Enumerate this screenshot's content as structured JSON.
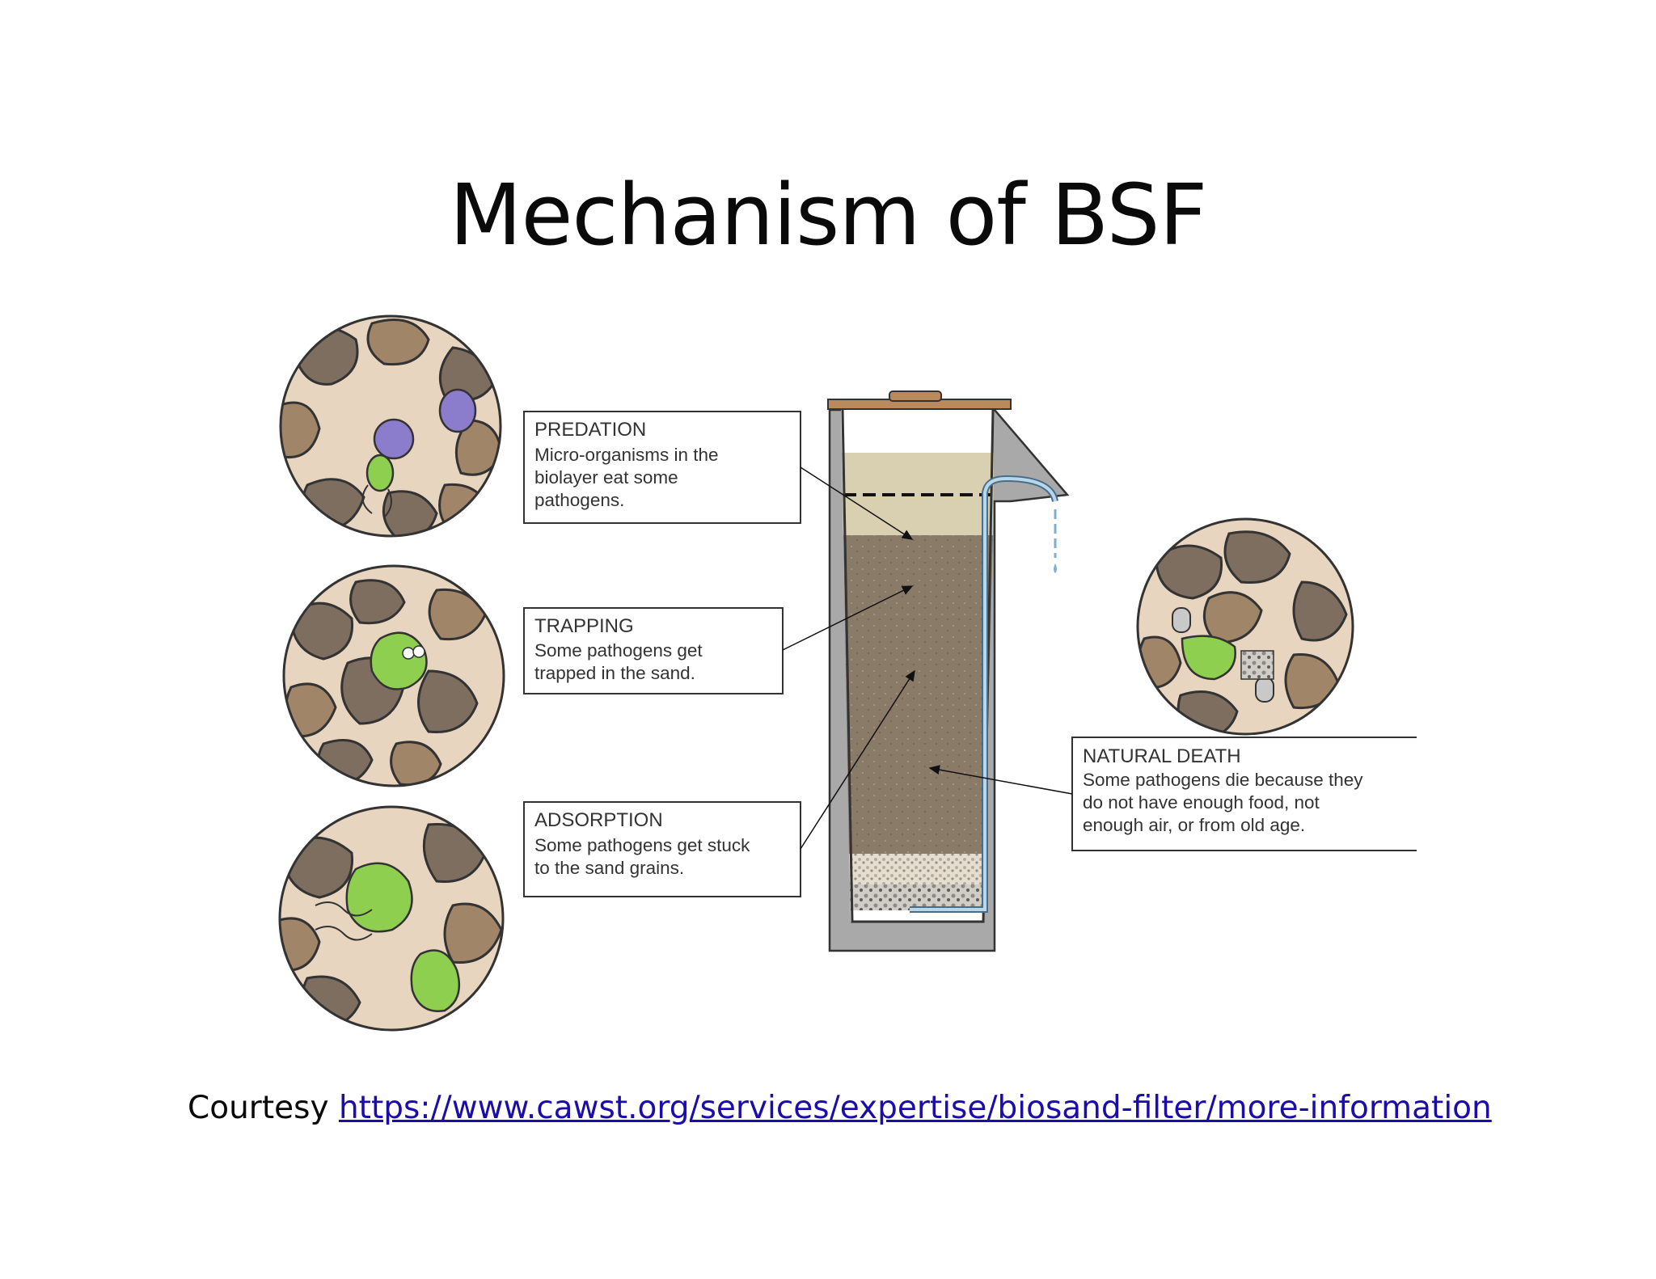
{
  "title": "Mechanism of BSF",
  "labels": {
    "predation": {
      "heading": "PREDATION",
      "lines": [
        "Micro-organisms in the",
        "biolayer eat some",
        "pathogens."
      ]
    },
    "trapping": {
      "heading": "TRAPPING",
      "lines": [
        "Some pathogens get",
        "trapped in the sand."
      ]
    },
    "adsorption": {
      "heading": "ADSORPTION",
      "lines": [
        "Some pathogens get stuck",
        "to the sand grains."
      ]
    },
    "natural_death": {
      "heading": "NATURAL  DEATH",
      "lines": [
        "Some pathogens die because they",
        "do not have enough food, not",
        "enough air, or from old age."
      ]
    }
  },
  "footer": {
    "prefix": "Courtesy",
    "link_text": "https://www.cawst.org/services/expertise/biosand-filter/more-information"
  },
  "colors": {
    "circle_bg": "#e8d5bf",
    "rock_dark": "#7d6e5f",
    "rock_brown": "#a08568",
    "pathogen": "#8fcf4f",
    "predator": "#8c7ccc",
    "filter_box": "#a9a9a9",
    "sand": "#8a7a68",
    "water": "#d8d0b0",
    "lid": "#b88a5c"
  }
}
